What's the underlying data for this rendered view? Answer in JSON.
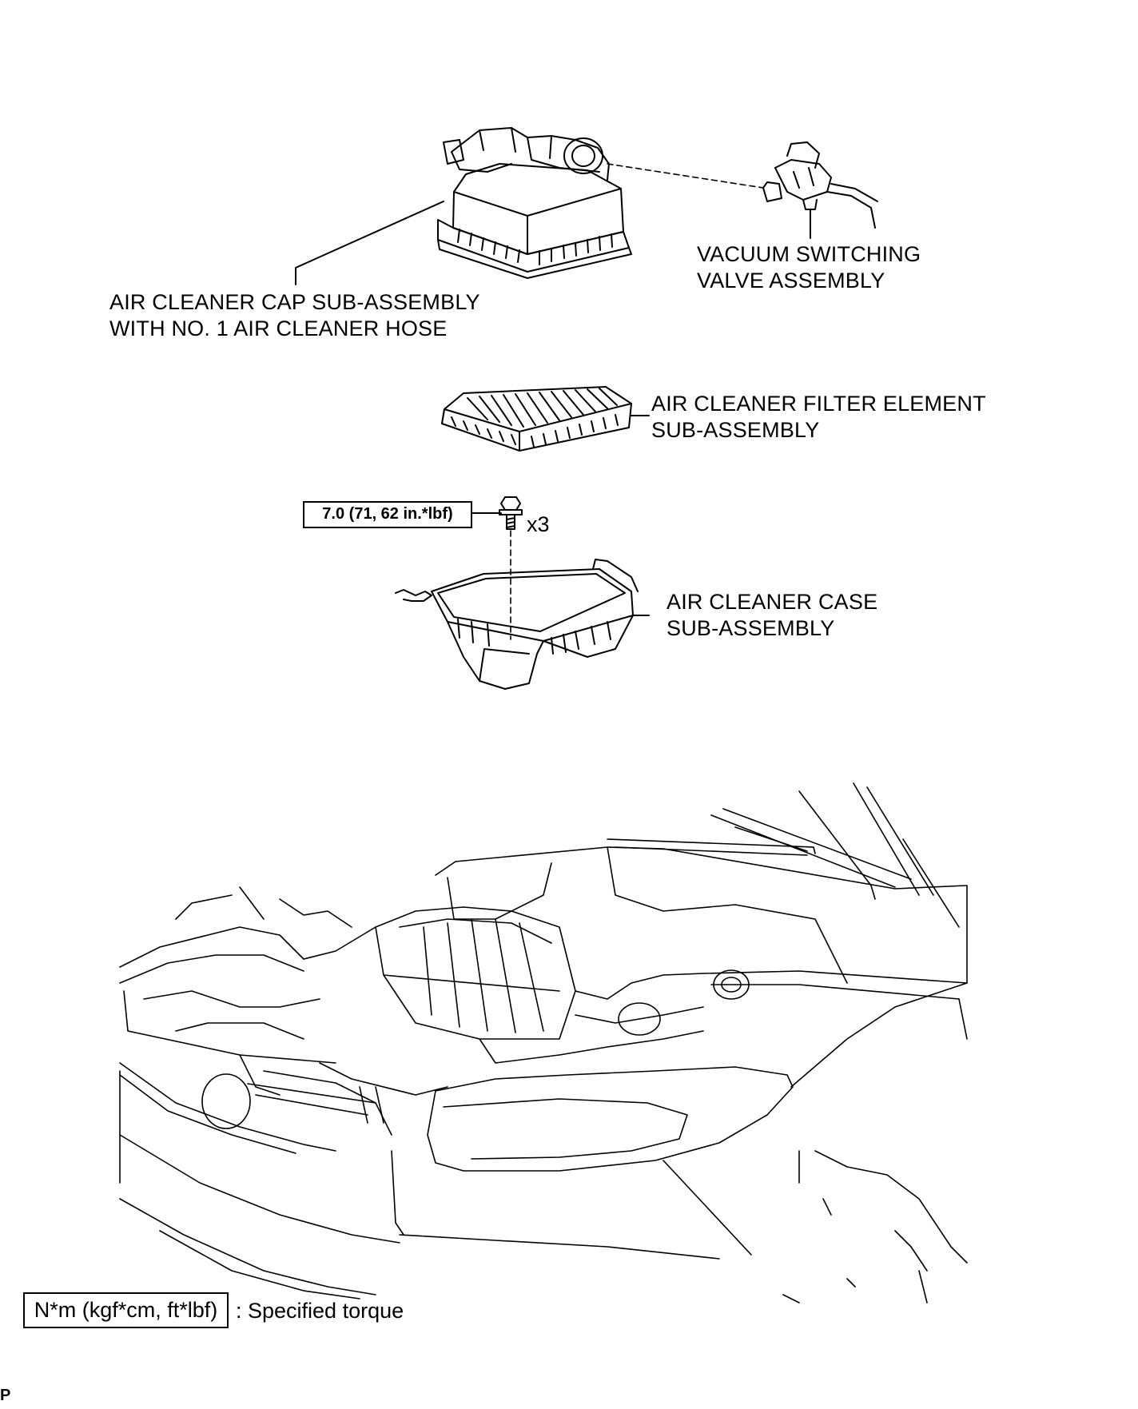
{
  "labels": {
    "cap": [
      "AIR CLEANER CAP SUB-ASSEMBLY",
      "WITH NO. 1 AIR CLEANER HOSE"
    ],
    "vsv": [
      "VACUUM SWITCHING",
      "VALVE ASSEMBLY"
    ],
    "filter": [
      "AIR CLEANER FILTER ELEMENT",
      "SUB-ASSEMBLY"
    ],
    "case": [
      "AIR CLEANER CASE",
      "SUB-ASSEMBLY"
    ]
  },
  "torque": {
    "value": "7.0 (71, 62 in.*lbf)",
    "quantity": "x3"
  },
  "legend": {
    "box": "N*m (kgf*cm, ft*lbf)",
    "text": ": Specified torque"
  },
  "corner_mark": "P"
}
